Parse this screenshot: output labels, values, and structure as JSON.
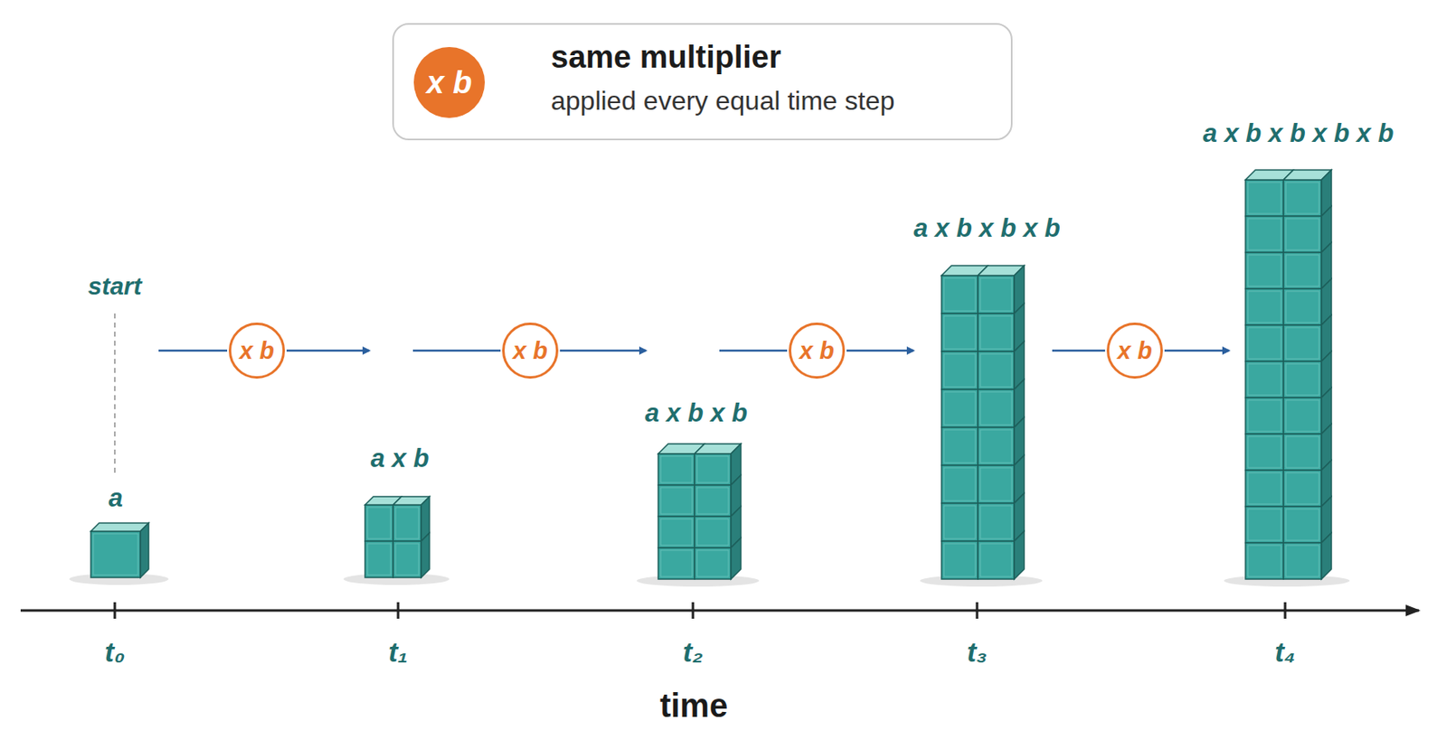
{
  "diagram": {
    "nodes": [
      {
        "text": [
          "same multiplier",
          "applied every equal time step"
        ]
      },
      {
        "text": [
          "x b"
        ],
        "in": 0
      },
      {
        "text": [
          "x b"
        ]
      },
      {
        "text": [
          "x b"
        ]
      },
      {
        "text": [
          "x b"
        ]
      },
      {
        "text": [
          "x b"
        ]
      }
    ],
    "labels": [
      "start",
      "a",
      "a x b",
      "a x b x b",
      "a x b x b x b",
      "a x b x b x b x b",
      "t₀",
      "t₁",
      "t₂",
      "t₃",
      "t₄",
      "time"
    ]
  }
}
